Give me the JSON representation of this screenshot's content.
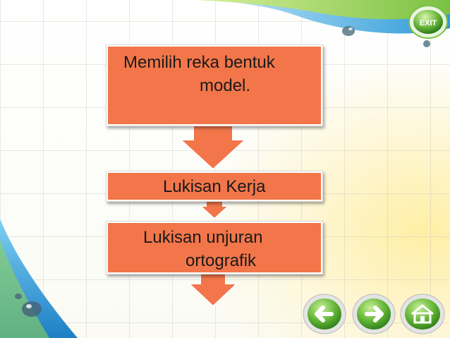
{
  "slide": {
    "flow_steps": [
      {
        "line1": "Memilih reka bentuk",
        "line2": "model."
      },
      {
        "line1": "Lukisan Kerja"
      },
      {
        "line1": "Lukisan unjuran",
        "line2": "ortografik"
      }
    ],
    "exit_label": "EXIT"
  },
  "colors": {
    "box": "#f2764a",
    "green": "#7ac143",
    "blue": "#3aa0dc"
  },
  "icons": {
    "back": "arrow-left-icon",
    "next": "arrow-right-icon",
    "home": "home-icon",
    "exit": "exit-icon"
  }
}
